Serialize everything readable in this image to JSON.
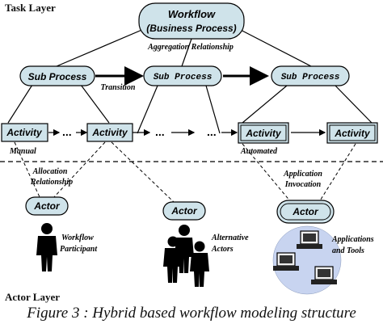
{
  "layers": {
    "task": "Task Layer",
    "actor": "Actor Layer"
  },
  "workflow": {
    "line1": "Workflow",
    "line2": "(Business Process)"
  },
  "aggregation": "Aggregation Relationship",
  "subprocesses": [
    "Sub Process",
    "Sub Process",
    "Sub Process"
  ],
  "transition": "Transition",
  "activities": [
    "Activity",
    "Activity",
    "Activity",
    "Activity"
  ],
  "ellipsis": "...",
  "manual": "Manual",
  "automated": "Automated",
  "allocation": {
    "line1": "Allocation",
    "line2": "Relationship"
  },
  "invocation": {
    "line1": "Application",
    "line2": "Invocation"
  },
  "actors": [
    "Actor",
    "Actor",
    "Actor"
  ],
  "participant": {
    "line1": "Workflow",
    "line2": "Participant"
  },
  "alternative": {
    "line1": "Alternative",
    "line2": "Actors"
  },
  "applications": {
    "line1": "Applications",
    "line2": "and Tools"
  },
  "caption": "Figure 3 : Hybrid based workflow modeling structure",
  "colors": {
    "node_fill": "#cfe3ea",
    "stroke": "#000000",
    "circle_fill": "#c8d4f0"
  }
}
